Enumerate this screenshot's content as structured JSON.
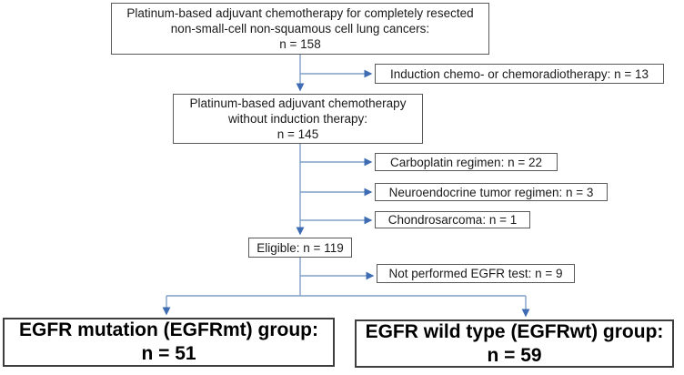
{
  "figure": {
    "type": "flowchart",
    "description": "Patient selection flow diagram",
    "colors": {
      "connector": "#7f9fc6",
      "arrowhead": "#3d6cb3",
      "box_border": "#595959",
      "group_box_border": "#3f3f3f",
      "background": "#ffffff",
      "text": "#000000"
    }
  },
  "flowchart": {
    "initial": {
      "line1": "Platinum-based adjuvant chemotherapy for completely resected",
      "line2": "non-small-cell non-squamous cell lung cancers:",
      "line3": "n = 158"
    },
    "induction_exclusion": {
      "label": "Induction chemo- or chemoradiotherapy: n = 13"
    },
    "no_induction": {
      "line1": "Platinum-based adjuvant chemotherapy",
      "line2": "without induction therapy:",
      "line3": "n = 145"
    },
    "carboplatin_exclusion": {
      "label": "Carboplatin regimen: n = 22"
    },
    "neuroendocrine_exclusion": {
      "label": "Neuroendocrine tumor regimen: n = 3"
    },
    "chondrosarcoma_exclusion": {
      "label": "Chondrosarcoma: n = 1"
    },
    "eligible": {
      "label": "Eligible: n = 119"
    },
    "egfr_test_exclusion": {
      "label": "Not performed EGFR test: n = 9"
    },
    "egfrmt_group": {
      "line1": "EGFR mutation (EGFRmt) group:",
      "line2": "n = 51"
    },
    "egfrwt_group": {
      "line1": "EGFR wild type (EGFRwt) group:",
      "line2": "n = 59"
    }
  }
}
